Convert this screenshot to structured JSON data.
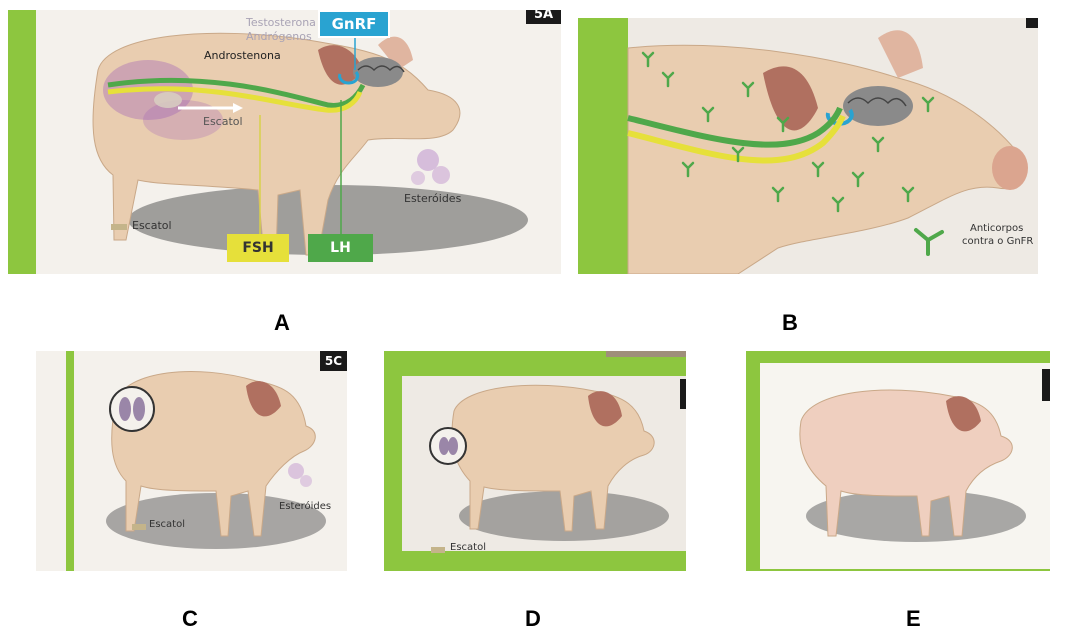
{
  "panels": {
    "a": {
      "letter": "A",
      "corner_tag": "5A",
      "hormones_faded": [
        "Testosterona",
        "Andrógenos"
      ],
      "androstenona": "Androstenona",
      "gnrf": "GnRF",
      "escatol": "Escatol",
      "esteroides": "Esteróides",
      "legend_escatol": "Escatol",
      "fsh": "FSH",
      "lh": "LH"
    },
    "b": {
      "letter": "B",
      "anticorpos_line1": "Anticorpos",
      "anticorpos_line2": "contra o GnFR"
    },
    "c": {
      "letter": "C",
      "corner_tag": "5C",
      "esteroides": "Esteróides",
      "legend_escatol": "Escatol"
    },
    "d": {
      "letter": "D",
      "legend_escatol": "Escatol"
    },
    "e": {
      "letter": "E"
    }
  },
  "colors": {
    "frame_green": "#8dc63f",
    "pig_skin": "#e9cdb0",
    "fsh_yellow": "#e6e03a",
    "lh_green": "#4fa84a",
    "gnrf_blue": "#29a3d1",
    "escatol_swatch": "#c4b48a"
  }
}
